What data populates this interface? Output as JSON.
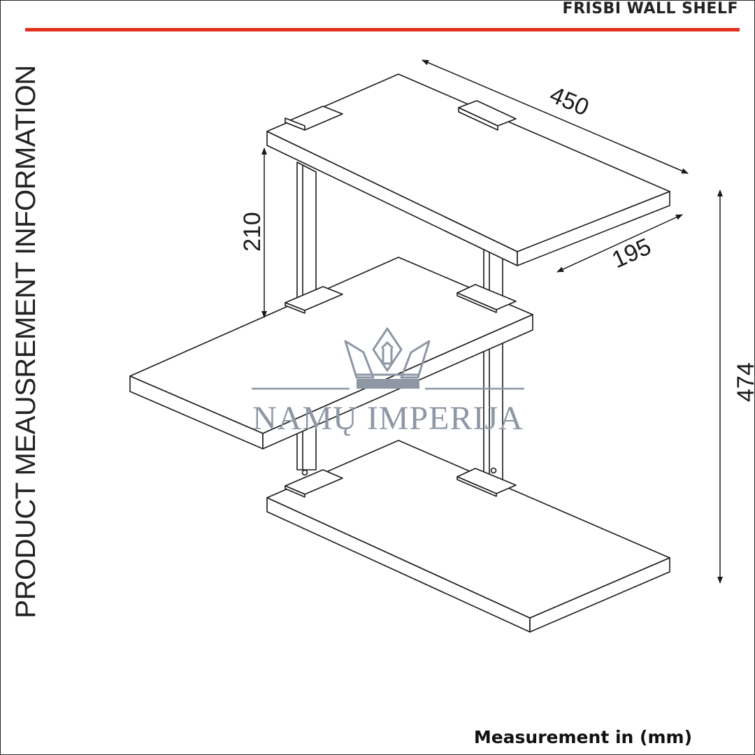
{
  "header": {
    "title": "FRİSBİ WALL SHELF"
  },
  "side_label": "PRODUCT MEAUSREMENT INFORMATION",
  "dimensions": {
    "width": "450",
    "depth": "195",
    "spacing": "210",
    "height": "474"
  },
  "watermark": {
    "text": "NAMŲ IMPERIJA",
    "icon": "crown-logo-icon"
  },
  "footer": {
    "note": "Measurement in (mm)"
  },
  "colors": {
    "accent_rule": "#e3301e",
    "line": "#1a1a1a",
    "watermark": "#8e97a4"
  }
}
